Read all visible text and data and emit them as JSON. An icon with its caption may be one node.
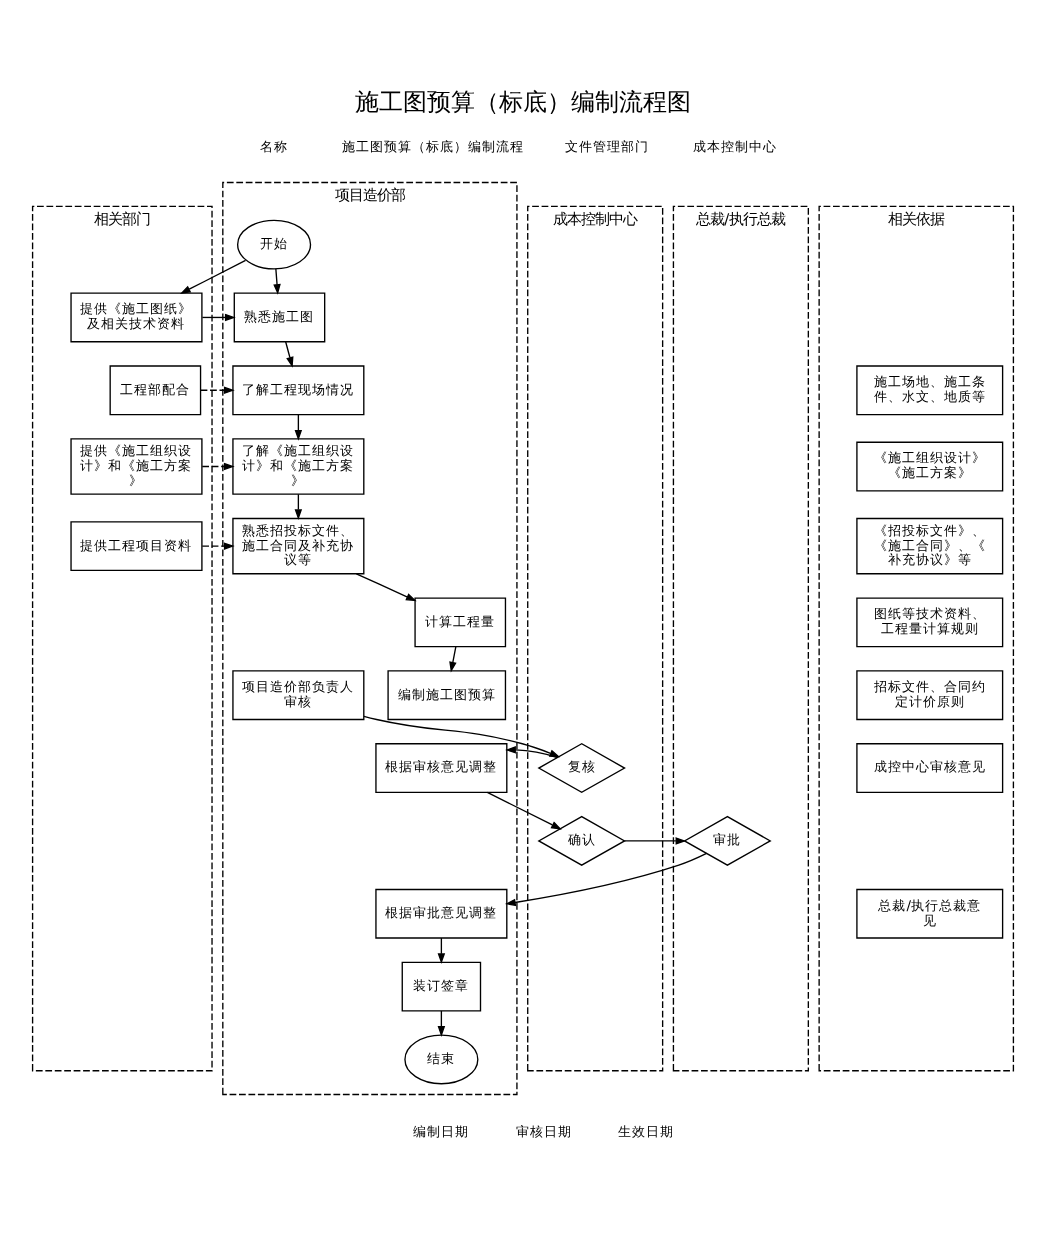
{
  "diagram": {
    "title": "施工图预算（标底）编制流程图",
    "nodes": [
      {
        "text": [
          "总裁/执行总裁"
        ]
      },
      {
        "text": [
          "成本控制中心"
        ]
      },
      {
        "text": [
          "项目造价部"
        ]
      },
      {
        "text": [
          "相关部门"
        ]
      },
      {
        "text": [
          "相关依据"
        ]
      },
      {
        "text": [
          "开始"
        ],
        "in": 2
      },
      {
        "text": [
          "熟悉施工图"
        ],
        "in": 2
      },
      {
        "text": [
          "提供《施工图纸》及相关技术资料"
        ],
        "in": 3
      },
      {
        "text": [
          "了解工程现场情况"
        ],
        "in": 2
      },
      {
        "text": [
          "工程部配合"
        ],
        "in": 3
      },
      {
        "text": [
          "了解《施工组织设计》和《施工方案》"
        ],
        "in": 2
      },
      {
        "text": [
          "提供《施工组织设计》和《施工方案》"
        ],
        "in": 3
      },
      {
        "text": [
          "熟悉招投标文件、施工合同及补充协议等"
        ],
        "in": 2
      },
      {
        "text": [
          "提供工程项目资料"
        ],
        "in": 3
      },
      {
        "text": [
          "计算工程量"
        ],
        "in": 2
      },
      {
        "text": [
          "编制施工图预算"
        ],
        "in": 2
      },
      {
        "text": [
          "项目造价部负责人审核"
        ],
        "in": 2
      },
      {
        "text": [
          "复核"
        ],
        "in": 1
      },
      {
        "text": [
          "根据审核意见调整"
        ],
        "in": 2
      },
      {
        "text": [
          "确认"
        ],
        "in": 1
      },
      {
        "text": [
          "审批"
        ],
        "in": 0
      },
      {
        "text": [
          "根据审批意见调整"
        ],
        "in": 2
      },
      {
        "text": [
          "装订签章"
        ],
        "in": 2
      },
      {
        "text": [
          "结束"
        ],
        "in": 2
      },
      {
        "text": [
          "施工场地、施工条件、水文、地质等"
        ],
        "in": 4
      },
      {
        "text": [
          "《施工组织设计》",
          "《施工方案》"
        ],
        "in": 4
      },
      {
        "text": [
          "《招投标文件》、《施工合同》、《补充协议》等"
        ],
        "in": 4
      },
      {
        "text": [
          "图纸等技术资料、工程量计算规则"
        ],
        "in": 4
      },
      {
        "text": [
          "招标文件、合同约定计价原则"
        ],
        "in": 4
      },
      {
        "text": [
          "成控中心审核意见"
        ],
        "in": 4
      },
      {
        "text": [
          "总裁/执行总裁意见"
        ],
        "in": 4
      }
    ],
    "edges": [
      {
        "from": 5,
        "to": 6,
        "arrow": "to"
      },
      {
        "from": 5,
        "to": 7,
        "arrow": "to"
      },
      {
        "from": 7,
        "to": 6,
        "arrow": "to"
      },
      {
        "from": 6,
        "to": 8,
        "arrow": "to"
      },
      {
        "from": 9,
        "to": 8,
        "arrow": "to",
        "style": "dashed"
      },
      {
        "from": 8,
        "to": 10,
        "arrow": "to"
      },
      {
        "from": 11,
        "to": 10,
        "arrow": "to",
        "style": "dashed"
      },
      {
        "from": 10,
        "to": 12,
        "arrow": "to"
      },
      {
        "from": 13,
        "to": 12,
        "arrow": "to",
        "style": "dashed"
      },
      {
        "from": 12,
        "to": 14,
        "arrow": "to"
      },
      {
        "from": 14,
        "to": 15,
        "arrow": "to"
      },
      {
        "from": 16,
        "to": 17,
        "arrow": "to"
      },
      {
        "from": 17,
        "to": 18,
        "arrow": "to"
      },
      {
        "from": 18,
        "to": 19,
        "arrow": "to"
      },
      {
        "from": 19,
        "to": 20,
        "arrow": "to"
      },
      {
        "from": 20,
        "to": 21,
        "arrow": "to"
      },
      {
        "from": 21,
        "to": 22,
        "arrow": "to"
      },
      {
        "from": 22,
        "to": 23,
        "arrow": "to"
      }
    ],
    "labels": [
      "名称",
      "施工图预算（标底）编制流程",
      "文件管理部门",
      "成本控制中心",
      "编制日期",
      "审核日期",
      "生效日期"
    ]
  }
}
